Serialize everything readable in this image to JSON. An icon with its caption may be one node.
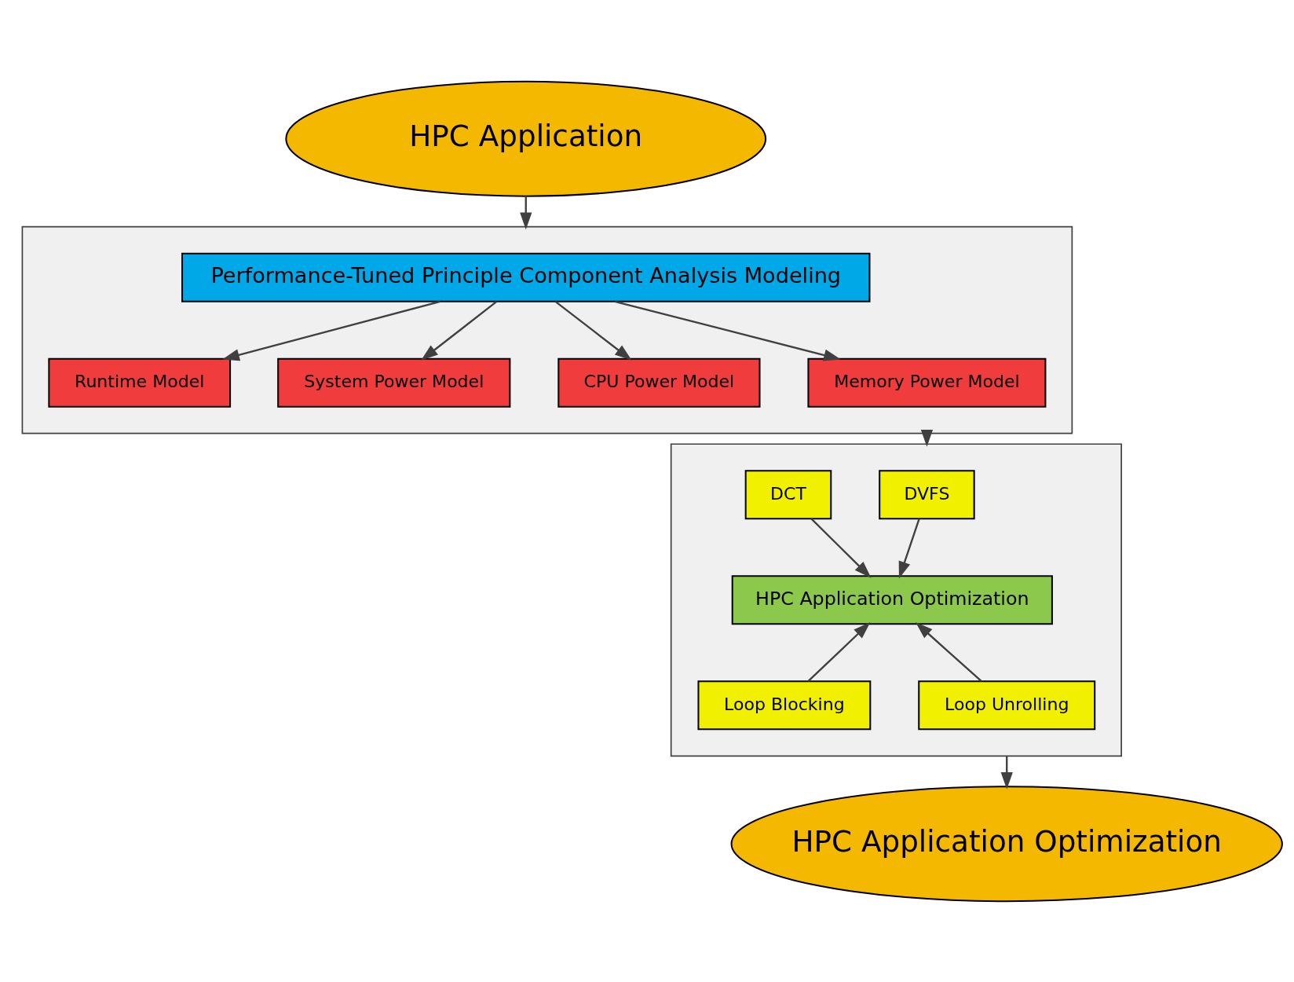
{
  "diagram": {
    "nodes": [
      {
        "text": [
          "HPC Application"
        ]
      },
      {
        "text": [],
        "shape": "box"
      },
      {
        "text": [
          "Performance-Tuned Principle Component Analysis Modeling"
        ],
        "in": 1
      },
      {
        "text": [
          "Runtime Model"
        ],
        "in": 1
      },
      {
        "text": [
          "System Power Model"
        ],
        "in": 1
      },
      {
        "text": [
          "CPU Power Model"
        ],
        "in": 1
      },
      {
        "text": [
          "Memory Power Model"
        ],
        "in": 1
      },
      {
        "text": [],
        "shape": "box"
      },
      {
        "text": [
          "DVFS"
        ],
        "in": 7
      },
      {
        "text": [
          "DCT"
        ],
        "in": 7
      },
      {
        "text": [
          "HPC Application Optimization"
        ],
        "in": 7
      },
      {
        "text": [
          "Loop Blocking"
        ],
        "in": 7
      },
      {
        "text": [
          "Loop Unrolling"
        ],
        "in": 7
      },
      {
        "text": [
          "HPC Application Optimization"
        ]
      }
    ],
    "edges": [
      {
        "from": 0,
        "to": 1,
        "arrow": "to"
      },
      {
        "from": 2,
        "to": 3,
        "arrow": "to"
      },
      {
        "from": 2,
        "to": 4,
        "arrow": "to"
      },
      {
        "from": 2,
        "to": 5,
        "arrow": "to"
      },
      {
        "from": 2,
        "to": 6,
        "arrow": "to"
      },
      {
        "from": 1,
        "to": 7,
        "arrow": "to"
      },
      {
        "from": 8,
        "to": 10,
        "arrow": "to"
      },
      {
        "from": 9,
        "to": 10,
        "arrow": "to"
      },
      {
        "from": 11,
        "to": 10,
        "arrow": "to"
      },
      {
        "from": 12,
        "to": 10,
        "arrow": "to"
      },
      {
        "from": 7,
        "to": 13,
        "arrow": "to"
      }
    ]
  }
}
